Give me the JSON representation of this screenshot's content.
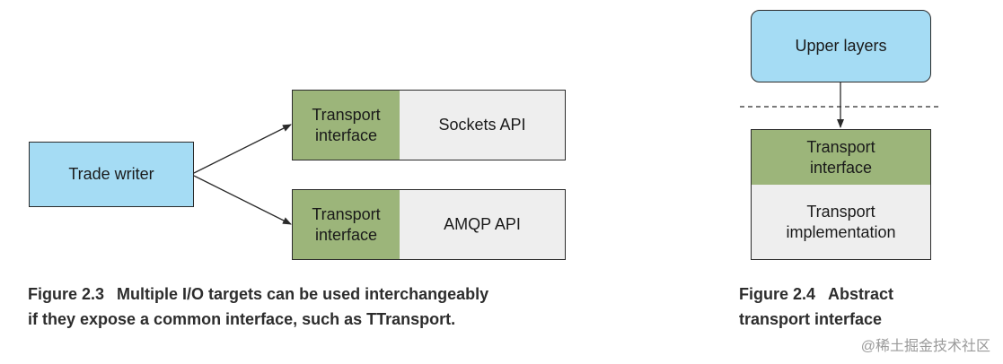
{
  "figure_2_3": {
    "trade_writer": "Trade writer",
    "top_interface": "Transport\ninterface",
    "top_api": "Sockets API",
    "bottom_interface": "Transport\ninterface",
    "bottom_api": "AMQP API",
    "caption_label": "Figure 2.3",
    "caption_line1": "Multiple I/O targets can be used interchangeably",
    "caption_line2": "if they expose a common interface, such as TTransport."
  },
  "figure_2_4": {
    "upper_layers": "Upper layers",
    "transport_interface": "Transport\ninterface",
    "transport_implementation": "Transport\nimplementation",
    "caption_label": "Figure 2.4",
    "caption_line1": "Abstract",
    "caption_line2": "transport interface"
  },
  "watermark": "@稀土掘金技术社区",
  "colors": {
    "blue": "#a5dcf4",
    "green": "#9cb57a",
    "grey": "#eeeeee"
  }
}
